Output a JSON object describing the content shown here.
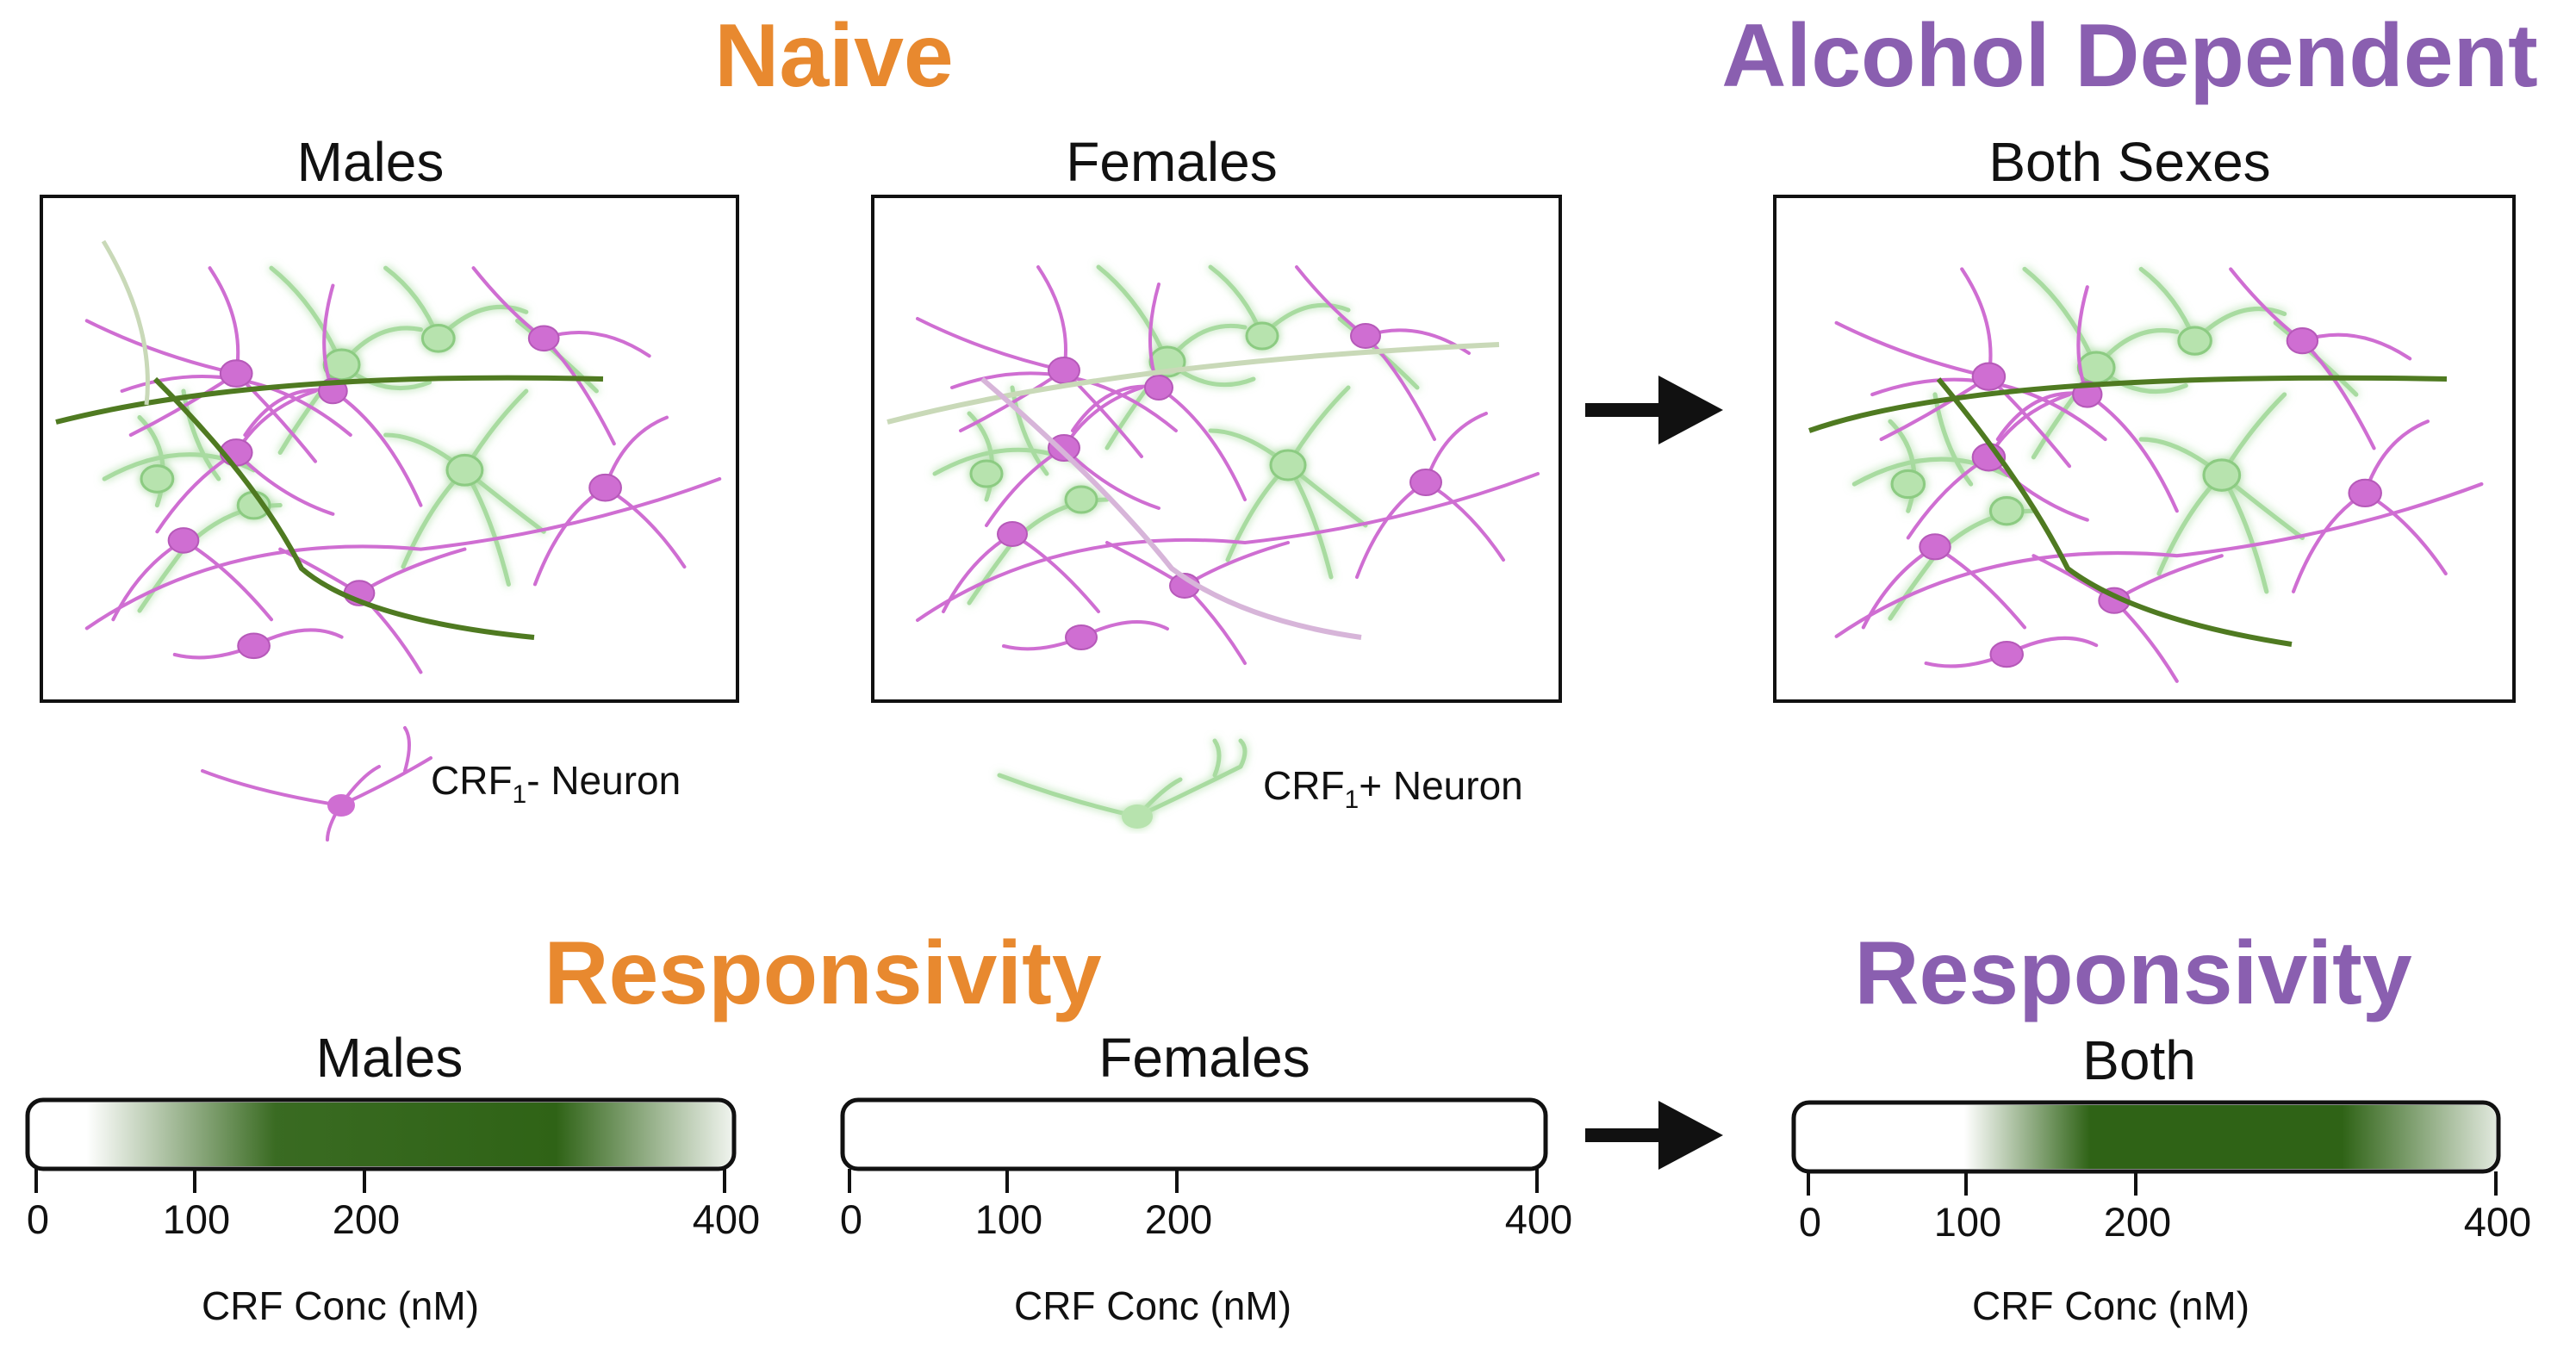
{
  "headings": {
    "naive": "Naive",
    "dependent": "Alcohol Dependent",
    "responsivity_naive": "Responsivity",
    "responsivity_dependent": "Responsivity"
  },
  "panels": {
    "males": "Males",
    "females": "Females",
    "both_sexes": "Both Sexes"
  },
  "legend": {
    "crf1_negative": {
      "prefix": "CRF",
      "sub": "1",
      "suffix": "- Neuron"
    },
    "crf1_positive": {
      "prefix": "CRF",
      "sub": "1",
      "suffix": "+ Neuron"
    }
  },
  "bars": [
    {
      "label": "Males",
      "axis_label": "CRF Conc (nM)",
      "ticks": [
        "0",
        "100",
        "200",
        "400"
      ],
      "responsive_range": [
        40,
        400
      ],
      "peak_range": [
        100,
        300
      ]
    },
    {
      "label": "Females",
      "axis_label": "CRF Conc (nM)",
      "ticks": [
        "0",
        "100",
        "200",
        "400"
      ],
      "responsive_range": null,
      "peak_range": null
    },
    {
      "label": "Both",
      "axis_label": "CRF Conc (nM)",
      "ticks": [
        "0",
        "100",
        "200",
        "400"
      ],
      "responsive_range": [
        100,
        400
      ],
      "peak_range": [
        150,
        300
      ]
    }
  ],
  "colors": {
    "naive": "#E8892F",
    "dependent": "#8A5FB0",
    "crf1_negative": "#CF6ED2",
    "crf1_positive": "#A8DBA0",
    "fiber": "#4F7A21",
    "bar_fill": "#2F6316"
  }
}
